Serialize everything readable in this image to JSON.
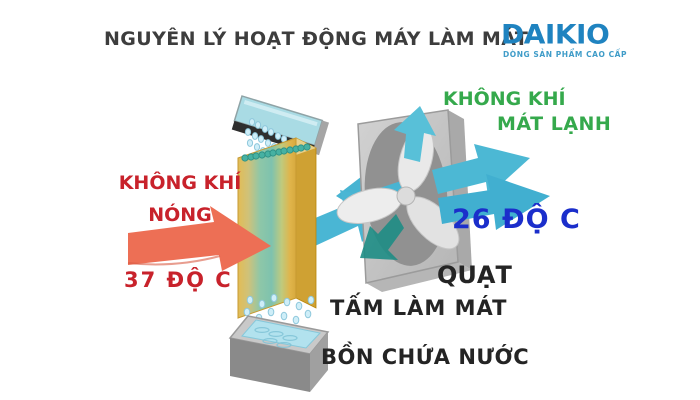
{
  "header": {
    "title": "NGUYÊN LÝ HOẠT ĐỘNG MÁY LÀM MÁT"
  },
  "brand": {
    "name": "DAIKIO",
    "tagline": "DÒNG SẢN PHẨM CAO CẤP",
    "color": "#1f83c0"
  },
  "labels": {
    "hot_air_line1": "KHÔNG KHÍ",
    "hot_air_line2": "NÓNG",
    "hot_temp": "37 ĐỘ C",
    "cold_air_line1": "KHÔNG KHÍ",
    "cold_air_line2": "MÁT LẠNH",
    "cold_temp": "26 ĐỘ C",
    "fan": "QUẠT",
    "cooling_pad": "TẤM LÀM MÁT",
    "water_tank": "BỒN CHỨA NƯỚC"
  },
  "colors": {
    "hot_text": "#c8222b",
    "hot_arrow": "#ed6f55",
    "cold_text": "#35a94c",
    "cold_temp_text": "#1b2ecb",
    "cold_arrow": "#4ab6d4",
    "neutral_label_text": "#242424",
    "pad_dry": "#d9ab3f",
    "pad_wet": "#7fc4ae",
    "fan_frame": "#c6c6c6",
    "water": "#b2e2ee"
  }
}
